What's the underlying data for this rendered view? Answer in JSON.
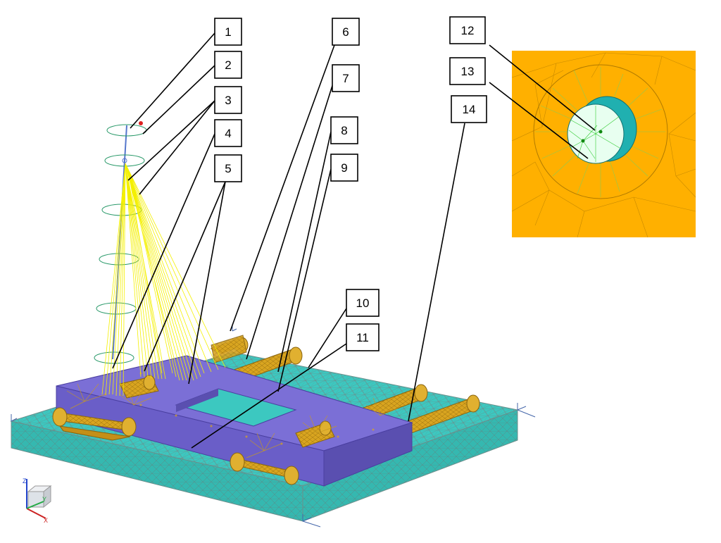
{
  "callouts": [
    {
      "id": "1",
      "label": "1"
    },
    {
      "id": "2",
      "label": "2"
    },
    {
      "id": "3",
      "label": "3"
    },
    {
      "id": "4",
      "label": "4"
    },
    {
      "id": "5",
      "label": "5"
    },
    {
      "id": "6",
      "label": "6"
    },
    {
      "id": "7",
      "label": "7"
    },
    {
      "id": "8",
      "label": "8"
    },
    {
      "id": "9",
      "label": "9"
    },
    {
      "id": "10",
      "label": "10"
    },
    {
      "id": "11",
      "label": "11"
    },
    {
      "id": "12",
      "label": "12"
    },
    {
      "id": "13",
      "label": "13"
    },
    {
      "id": "14",
      "label": "14"
    }
  ],
  "triad": {
    "x_label": "X",
    "y_label": "Y",
    "z_label": "Z"
  },
  "colors": {
    "base_mesh": "#3cc8c0",
    "frame": "#7b6fd6",
    "frame_dark": "#5a4fb0",
    "bearing": "#d9a520",
    "spring_lines": "#f4f000",
    "detail_bg": "#ffb000",
    "detail_hole": "#20b0b0",
    "mast": "#5577cc"
  }
}
